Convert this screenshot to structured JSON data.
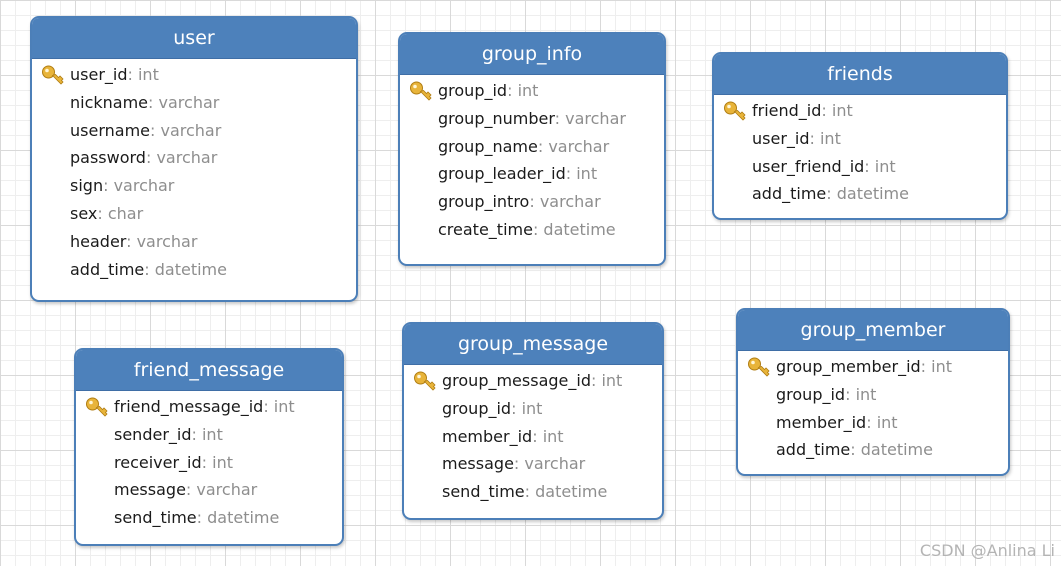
{
  "colors": {
    "header_bg": "#4d81bb",
    "border": "#4c7fb8",
    "field_text": "#1b1b1b",
    "type_text": "#8e8e8e",
    "key_icon": "#e8b43a"
  },
  "tables": [
    {
      "name": "user",
      "fields": [
        {
          "name": "user_id",
          "type": "int",
          "primary_key": true
        },
        {
          "name": "nickname",
          "type": "varchar"
        },
        {
          "name": "username",
          "type": "varchar"
        },
        {
          "name": "password",
          "type": "varchar"
        },
        {
          "name": "sign",
          "type": "varchar"
        },
        {
          "name": "sex",
          "type": "char"
        },
        {
          "name": "header",
          "type": "varchar"
        },
        {
          "name": "add_time",
          "type": "datetime"
        }
      ]
    },
    {
      "name": "group_info",
      "fields": [
        {
          "name": "group_id",
          "type": "int",
          "primary_key": true
        },
        {
          "name": "group_number",
          "type": "varchar"
        },
        {
          "name": "group_name",
          "type": "varchar"
        },
        {
          "name": "group_leader_id",
          "type": "int"
        },
        {
          "name": "group_intro",
          "type": "varchar"
        },
        {
          "name": "create_time",
          "type": "datetime"
        }
      ]
    },
    {
      "name": "friends",
      "fields": [
        {
          "name": "friend_id",
          "type": "int",
          "primary_key": true
        },
        {
          "name": "user_id",
          "type": "int"
        },
        {
          "name": "user_friend_id",
          "type": "int"
        },
        {
          "name": "add_time",
          "type": "datetime"
        }
      ]
    },
    {
      "name": "friend_message",
      "fields": [
        {
          "name": "friend_message_id",
          "type": "int",
          "primary_key": true
        },
        {
          "name": "sender_id",
          "type": "int"
        },
        {
          "name": "receiver_id",
          "type": "int"
        },
        {
          "name": "message",
          "type": "varchar"
        },
        {
          "name": "send_time",
          "type": "datetime"
        }
      ]
    },
    {
      "name": "group_message",
      "fields": [
        {
          "name": "group_message_id",
          "type": "int",
          "primary_key": true
        },
        {
          "name": "group_id",
          "type": "int"
        },
        {
          "name": "member_id",
          "type": "int"
        },
        {
          "name": "message",
          "type": "varchar"
        },
        {
          "name": "send_time",
          "type": "datetime"
        }
      ]
    },
    {
      "name": "group_member",
      "fields": [
        {
          "name": "group_member_id",
          "type": "int",
          "primary_key": true
        },
        {
          "name": "group_id",
          "type": "int"
        },
        {
          "name": "member_id",
          "type": "int"
        },
        {
          "name": "add_time",
          "type": "datetime"
        }
      ]
    }
  ],
  "watermark": "CSDN @Anlina Li"
}
